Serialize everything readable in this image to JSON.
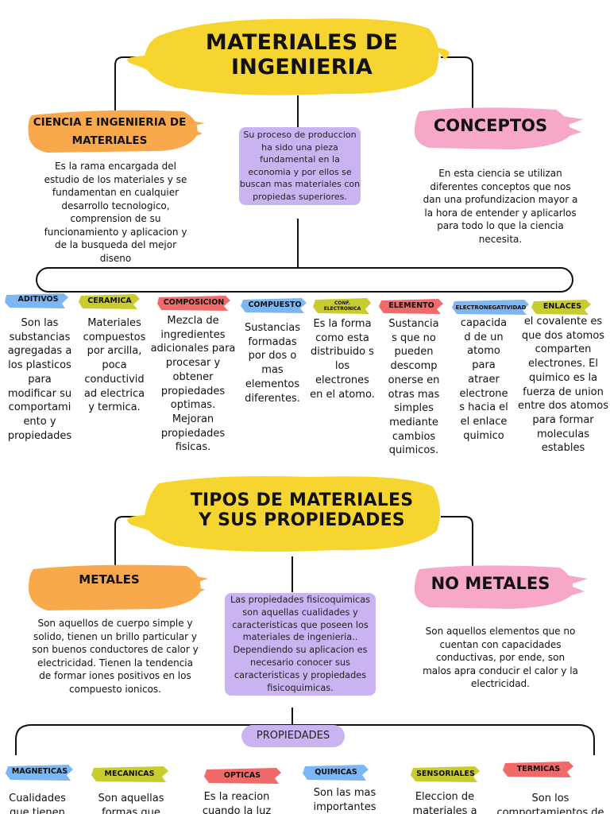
{
  "colors": {
    "yellow": "#f7d530",
    "orange": "#f9a94b",
    "pink": "#f7a8c8",
    "purple": "#c9b3f0",
    "blue": "#7cb6f3",
    "olive": "#c8cc2f",
    "red": "#f06a6a"
  },
  "section1": {
    "title_line1": "MATERIALES DE",
    "title_line2": "INGENIERIA",
    "left_heading_line1": "CIENCIA E INGENIERIA DE",
    "left_heading_line2": "MATERIALES",
    "left_desc": "Es la rama encargada del estudio de los materiales y se fundamentan en cualquier desarrollo tecnologico, comprension de su funcionamiento y aplicacion y de la busqueda del mejor diseno",
    "center_note": "Su proceso de produccion ha sido una pieza fundamental en la economia y por ellos se buscan mas materiales con propiedas superiores.",
    "right_heading": "CONCEPTOS",
    "right_desc": "En esta ciencia se utilizan diferentes conceptos que nos dan una profundizacion mayor a la hora de entender y aplicarlos para todo lo que la ciencia necesita.",
    "concepts": [
      {
        "label": "ADITIVOS",
        "text": "Son las substancias agregadas a los plasticos para modificar su comportami ento y propiedades"
      },
      {
        "label": "CERAMICA",
        "text": "Materiales compuestos por arcilla, poca conductivid ad electrica y termica."
      },
      {
        "label": "COMPOSICION",
        "text": "Mezcla de ingredientes adicionales para procesar y obtener propiedades optimas. Mejoran propiedades fisicas."
      },
      {
        "label": "COMPUESTO",
        "text": "Sustancias formadas por dos o mas elementos diferentes."
      },
      {
        "label_line1": "CONF.",
        "label_line2": "ELECTRONICA",
        "text": "Es la forma como esta distribuido s los electrones en el atomo."
      },
      {
        "label": "ELEMENTO",
        "text": "Sustancia s que no pueden descomp onerse en otras mas simples mediante cambios quimicos."
      },
      {
        "label": "ELECTRONEGATIVIDAD",
        "text": "capacida d de un atomo para atraer electrone s hacia el el enlace quimico"
      },
      {
        "label": "ENLACES",
        "text": "el covalente es que dos atomos comparten electrones. El quimico es la fuerza de union entre dos atomos para formar moleculas estables"
      }
    ]
  },
  "section2": {
    "title_line1": "TIPOS DE MATERIALES",
    "title_line2": "Y SUS PROPIEDADES",
    "left_heading": "METALES",
    "left_desc": "Son aquellos de cuerpo simple y solido, tienen un brillo particular y son buenos conductores de calor y electricidad. Tienen la tendencia de formar iones positivos en los compuesto ionicos.",
    "center_note": "Las propiedades fisicoquimicas son aquellas cualidades y caracteristicas que poseen los materiales de ingenieria.. Dependiendo su aplicacion es necesario conocer sus caracteristicas y propiedades fisicoquimicas.",
    "right_heading": "NO METALES",
    "right_desc": "Son aquellos elementos que no cuentan con capacidades conductivas, por ende, son malos apra conducir el calor y la electricidad.",
    "properties_label": "PROPIEDADES",
    "properties": [
      {
        "label": "MAGNETICAS",
        "text": "Cualidades que tienen"
      },
      {
        "label": "MECANICAS",
        "text": "Son aquellas formas que"
      },
      {
        "label": "OPTICAS",
        "text": "Es la reacion cuando la luz"
      },
      {
        "label": "QUIMICAS",
        "text": "Son las mas importantes"
      },
      {
        "label": "SENSORIALES",
        "text": "Eleccion de materiales a"
      },
      {
        "label": "TERMICAS",
        "text": "Son los comportamientos de"
      }
    ]
  }
}
